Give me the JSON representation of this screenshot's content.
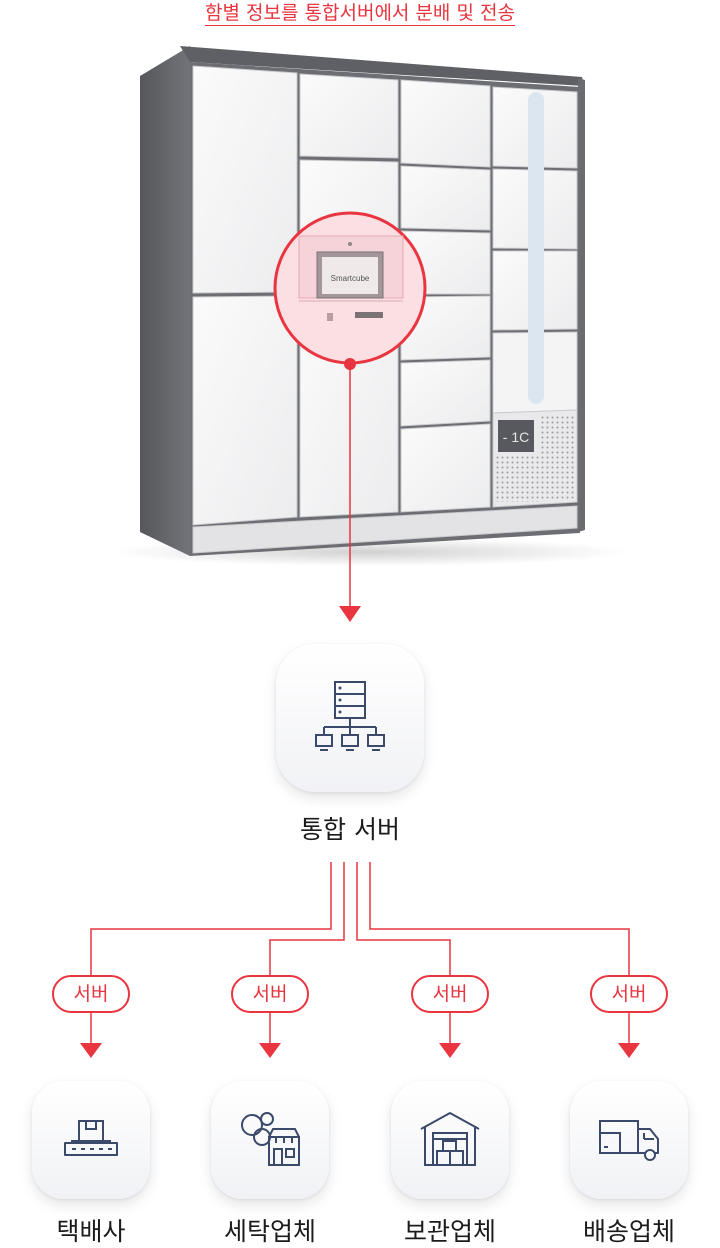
{
  "caption": "함별 정보를 통합서버에서 분배  및 전송",
  "locker": {
    "screen_brand": "Smartcube",
    "temp_display": "- 1C"
  },
  "main_node": {
    "label": "통합 서버",
    "icon": "server-network-icon"
  },
  "server_badge": "서버",
  "destinations": [
    {
      "label": "택배사",
      "icon": "conveyor-parcel-icon"
    },
    {
      "label": "세탁업체",
      "icon": "laundry-shop-icon"
    },
    {
      "label": "보관업체",
      "icon": "warehouse-icon"
    },
    {
      "label": "배송업체",
      "icon": "delivery-truck-icon"
    }
  ],
  "colors": {
    "accent": "#e8353f",
    "icon_stroke": "#3b4a6b",
    "text": "#1b1b1b"
  }
}
